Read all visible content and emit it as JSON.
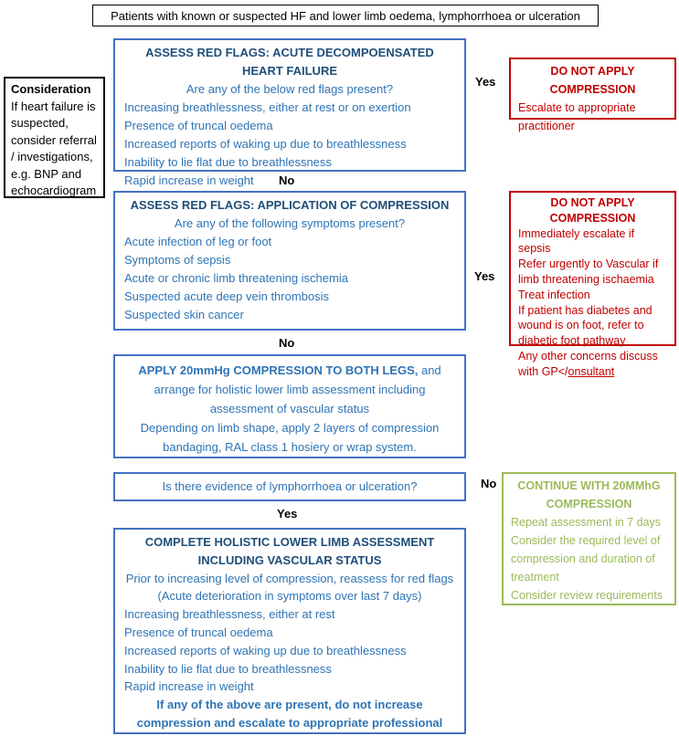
{
  "top_box": {
    "text": "Patients with known or suspected HF and lower limb oedema, lymphorrhoea or ulceration"
  },
  "consideration": {
    "title": "Consideration",
    "body": "If heart failure is suspected, consider referral / investigations, e.g. BNP and echocardiogram"
  },
  "assess_hf": {
    "title": "ASSESS RED FLAGS: ACUTE DECOMPOENSATED HEART FAILURE",
    "question": "Are any of the below red flags present?",
    "items": [
      "Increasing breathlessness, either at rest or on exertion",
      "Presence of truncal oedema",
      "Increased reports of waking up due to breathlessness",
      "Inability to lie flat due to breathlessness",
      "Rapid increase in weight"
    ]
  },
  "do_not_apply_1": {
    "title": "DO NOT APPLY COMPRESSION",
    "body": "Escalate to appropriate practitioner"
  },
  "assess_compression": {
    "title": "ASSESS RED FLAGS: APPLICATION OF COMPRESSION",
    "question": "Are any of the following symptoms present?",
    "items": [
      "Acute infection of leg or foot",
      "Symptoms of sepsis",
      "Acute or chronic limb threatening ischemia",
      "Suspected acute deep vein thrombosis",
      "Suspected skin cancer"
    ]
  },
  "do_not_apply_2": {
    "title": "DO NOT APPLY COMPRESSION",
    "items": [
      "Immediately escalate if sepsis",
      "Refer urgently to Vascular if limb threatening ischaemia",
      "Treat infection",
      "If patient has diabetes and wound is on foot, refer to diabetic foot pathway"
    ],
    "last_item_prefix": "Any other concerns discuss with GP</",
    "last_item_underlined": "onsultant"
  },
  "apply_compression": {
    "bold_lead": "APPLY 20mmHg COMPRESSION TO BOTH LEGS,",
    "lead_rest": " and arrange for holistic lower limb assessment including assessment of vascular status",
    "line2": "Depending on limb shape, apply 2 layers of compression bandaging, RAL class 1 hosiery or wrap system."
  },
  "evidence_question": {
    "text": "Is there evidence of lymphorrhoea or ulceration?"
  },
  "continue_compression": {
    "title": "CONTINUE WITH 20MMhG COMPRESSION",
    "items": [
      "Repeat assessment in 7 days",
      "Consider the required level of compression and duration of treatment",
      "Consider review requirements"
    ]
  },
  "complete_assessment": {
    "title": "COMPLETE HOLISTIC LOWER LIMB ASSESSMENT INCLUDING VASCULAR STATUS",
    "subtitle1": "Prior to increasing level of compression, reassess for red flags",
    "subtitle2": "(Acute deterioration in symptoms over last 7 days)",
    "items": [
      "Increasing breathlessness, either at rest",
      "Presence of truncal oedema",
      "Increased reports of waking up due to breathlessness",
      "Inability to lie flat due to breathlessness",
      "Rapid increase in weight"
    ],
    "footer": "If any of the above are present, do not increase compression and escalate to appropriate professional"
  },
  "labels": {
    "yes1": "Yes",
    "no1": "No",
    "yes2": "Yes",
    "no2": "No",
    "no3": "No",
    "yes3": "Yes"
  },
  "colors": {
    "blue_border": "#4472C4",
    "blue_text": "#2E74B5",
    "blue_title": "#1F4E79",
    "red": "#C00000",
    "green": "#9BBB59",
    "black": "#000000"
  }
}
